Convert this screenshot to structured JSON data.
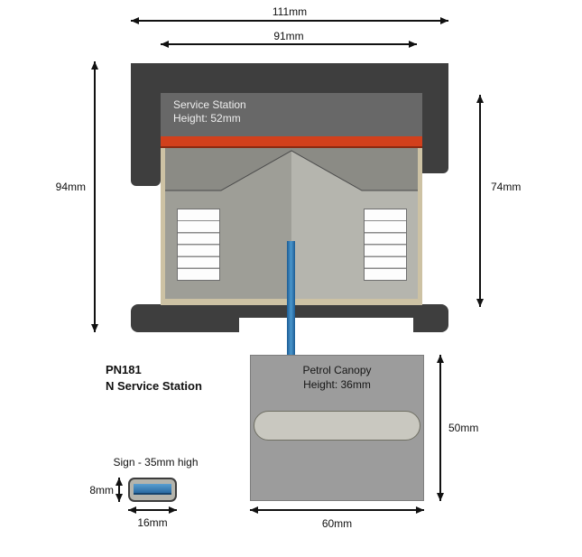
{
  "product": {
    "code": "PN181",
    "name": "N Service Station"
  },
  "building": {
    "label": "Service Station",
    "height_label": "Height: 52mm",
    "dim_outer_width": "111mm",
    "dim_inner_width": "91mm",
    "dim_left_height": "94mm",
    "dim_right_height": "74mm"
  },
  "canopy": {
    "label": "Petrol Canopy",
    "height_label": "Height: 36mm",
    "dim_height": "50mm",
    "dim_width": "60mm"
  },
  "sign": {
    "label": "Sign - 35mm high",
    "dim_height": "8mm",
    "dim_width": "16mm"
  },
  "colors": {
    "base_dark": "#3e3e3e",
    "roof_top_gray": "#686868",
    "orange_strip": "#d2401c",
    "roof_gray": "#8b8b85",
    "wall_left_gray": "#9e9e97",
    "wall_right_gray": "#b5b5ae",
    "trim_tan": "#cdc2a4",
    "stripe_blue": "#2f7cb6",
    "canopy_gray": "#9c9c9c",
    "canopy_pill": "#c9c8c0"
  }
}
